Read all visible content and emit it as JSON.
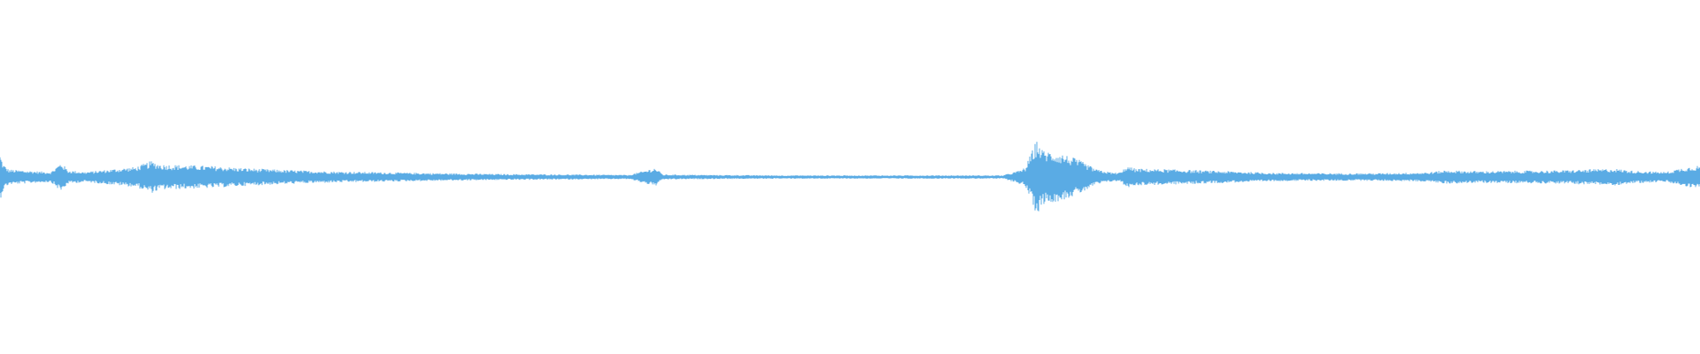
{
  "waveform": {
    "color": "#5AABE4",
    "background": "#FFFFFF",
    "amplitude_profile": [
      [
        0.0,
        0.55
      ],
      [
        0.002,
        0.3
      ],
      [
        0.005,
        0.18
      ],
      [
        0.012,
        0.16
      ],
      [
        0.02,
        0.14
      ],
      [
        0.03,
        0.12
      ],
      [
        0.036,
        0.35
      ],
      [
        0.04,
        0.16
      ],
      [
        0.05,
        0.12
      ],
      [
        0.06,
        0.16
      ],
      [
        0.07,
        0.2
      ],
      [
        0.08,
        0.24
      ],
      [
        0.089,
        0.38
      ],
      [
        0.095,
        0.3
      ],
      [
        0.11,
        0.28
      ],
      [
        0.125,
        0.26
      ],
      [
        0.14,
        0.22
      ],
      [
        0.16,
        0.18
      ],
      [
        0.18,
        0.15
      ],
      [
        0.2,
        0.13
      ],
      [
        0.23,
        0.11
      ],
      [
        0.26,
        0.09
      ],
      [
        0.3,
        0.07
      ],
      [
        0.34,
        0.06
      ],
      [
        0.37,
        0.05
      ],
      [
        0.3855,
        0.22
      ],
      [
        0.39,
        0.06
      ],
      [
        0.42,
        0.05
      ],
      [
        0.46,
        0.04
      ],
      [
        0.5,
        0.04
      ],
      [
        0.55,
        0.04
      ],
      [
        0.59,
        0.04
      ],
      [
        0.599,
        0.15
      ],
      [
        0.603,
        0.22
      ],
      [
        0.61,
        0.9
      ],
      [
        0.613,
        0.65
      ],
      [
        0.625,
        0.55
      ],
      [
        0.635,
        0.4
      ],
      [
        0.645,
        0.18
      ],
      [
        0.655,
        0.1
      ],
      [
        0.66,
        0.12
      ],
      [
        0.662,
        0.26
      ],
      [
        0.668,
        0.2
      ],
      [
        0.69,
        0.18
      ],
      [
        0.72,
        0.14
      ],
      [
        0.75,
        0.1
      ],
      [
        0.78,
        0.09
      ],
      [
        0.81,
        0.09
      ],
      [
        0.84,
        0.11
      ],
      [
        0.85,
        0.16
      ],
      [
        0.87,
        0.14
      ],
      [
        0.9,
        0.15
      ],
      [
        0.92,
        0.16
      ],
      [
        0.95,
        0.2
      ],
      [
        0.96,
        0.15
      ],
      [
        0.98,
        0.12
      ],
      [
        0.99,
        0.22
      ],
      [
        1.0,
        0.28
      ]
    ]
  }
}
